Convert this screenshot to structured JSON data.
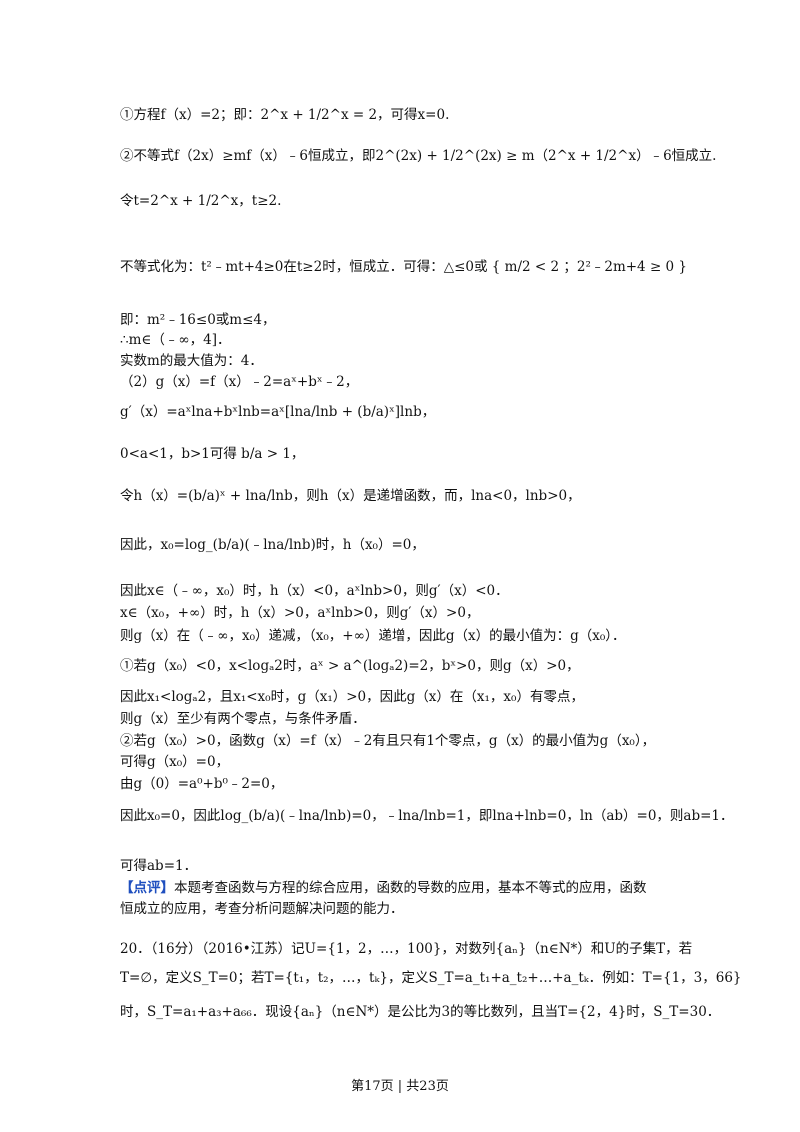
{
  "lines": [
    {
      "text": "①方程f（x）=2；即：2^x + 1/2^x = 2，可得x=0."
    },
    {
      "text": "②不等式f（2x）≥mf（x）﹣6恒成立，即2^(2x) + 1/2^(2x) ≥ m（2^x + 1/2^x）﹣6恒成立."
    },
    {
      "text": "令t=2^x + 1/2^x，t≥2."
    },
    {
      "text": "不等式化为：t²﹣mt+4≥0在t≥2时，恒成立．可得：△≤0或 { m/2 < 2 ；2²﹣2m+4 ≥ 0 }"
    },
    {
      "text": "即：m²﹣16≤0或m≤4，"
    },
    {
      "text": "∴m∈（﹣∞，4]．"
    },
    {
      "text": "实数m的最大值为：4．"
    },
    {
      "text": "（2）g（x）=f（x）﹣2=aˣ+bˣ﹣2，"
    },
    {
      "text": "g′（x）=aˣlna+bˣlnb=aˣ[lna/lnb + (b/a)ˣ]lnb，"
    },
    {
      "text": "0<a<1，b>1可得 b/a > 1，"
    },
    {
      "text": "令h（x）=(b/a)ˣ + lna/lnb，则h（x）是递增函数，而，lna<0，lnb>0，"
    },
    {
      "text": "因此，x₀=log_(b/a)(﹣lna/lnb)时，h（x₀）=0，"
    },
    {
      "text": "因此x∈（﹣∞，x₀）时，h（x）<0，aˣlnb>0，则g′（x）<0．"
    },
    {
      "text": "x∈（x₀，+∞）时，h（x）>0，aˣlnb>0，则g′（x）>0，"
    },
    {
      "text": "则g（x）在（﹣∞，x₀）递减，（x₀，+∞）递增，因此g（x）的最小值为：g（x₀）．"
    },
    {
      "text": "①若g（x₀）<0，x<logₐ2时，aˣ > a^(logₐ2)=2，bˣ>0，则g（x）>0，"
    },
    {
      "text": "因此x₁<logₐ2，且x₁<x₀时，g（x₁）>0，因此g（x）在（x₁，x₀）有零点，"
    },
    {
      "text": "则g（x）至少有两个零点，与条件矛盾．"
    },
    {
      "text": "②若g（x₀）>0，函数g（x）=f（x）﹣2有且只有1个零点，g（x）的最小值为g（x₀），"
    },
    {
      "text": "可得g（x₀）=0，"
    },
    {
      "text": "由g（0）=a⁰+b⁰﹣2=0，"
    },
    {
      "text": "因此x₀=0，因此log_(b/a)(﹣lna/lnb)=0，﹣lna/lnb=1，即lna+lnb=0，ln（ab）=0，则ab=1．"
    },
    {
      "text": "可得ab=1．"
    }
  ],
  "review": {
    "tag": "【点评】",
    "line1": "本题考查函数与方程的综合应用，函数的导数的应用，基本不等式的应用，函数",
    "line2": "恒成立的应用，考查分析问题解决问题的能力．"
  },
  "problem20": {
    "line1": "20．（16分）（2016•江苏）记U={1，2，…，100}，对数列{aₙ}（n∈N*）和U的子集T，若",
    "line2": "T=∅，定义S_T=0；若T={t₁，t₂，…，tₖ}，定义S_T=a_t₁+a_t₂+…+a_tₖ．例如：T={1，3，66}",
    "line3": "时，S_T=a₁+a₃+a₆₆．现设{aₙ}（n∈N*）是公比为3的等比数列，且当T={2，4}时，S_T=30．"
  },
  "footer": "第17页 | 共23页"
}
